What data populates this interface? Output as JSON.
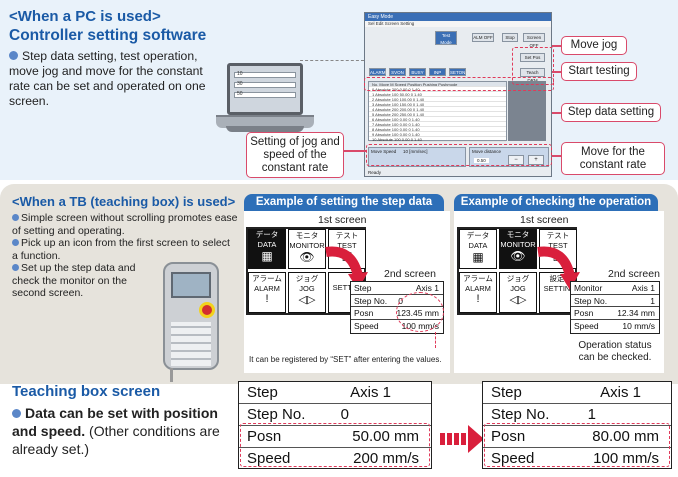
{
  "pc": {
    "heading": "<When a PC is used>",
    "subheading": "Controller setting software",
    "desc": "Step data setting, test operation, move jog and move for the constant rate can be set and operated on one screen.",
    "callouts": {
      "move_jog": "Move jog",
      "start_testing": "Start testing",
      "step_data_setting": "Step data setting",
      "move_constant": "Move for the constant rate",
      "jog_speed": "Setting of jog and speed of the constant rate"
    },
    "mini_rows": [
      "10",
      "30",
      "50"
    ],
    "software": {
      "title": "Easy Mode",
      "menu": "Sel    Edit    Screen    Setting",
      "buttons": [
        "Test Mode",
        "ALM OFF",
        "Stop",
        "Screen OFF",
        "Set Pos",
        "Teach DRM",
        "ALARM",
        "SVON",
        "BUSY",
        "INP",
        "SETON"
      ],
      "col_headers": "No.   Move M    Speed    Position    Pushing   Pushmode",
      "rows": [
        "0 Absolute   200    0.00    0    1.40",
        "1 Absolute   100    50.00   0    1.40",
        "2 Absolute   100    100.00  0    1.40",
        "3 Absolute   100    150.00  0    1.40",
        "4 Absolute   200    200.00  0    1.40",
        "5 Absolute   200    250.00  0    1.40",
        "6 Absolute   100    0.00    0    1.40",
        "7 Absolute   100    0.00    0    1.40",
        "8 Absolute   100    0.00    0    1.40",
        "9 Absolute   100    0.00    0    1.40",
        "10 Absolute  100    0.00    0    1.40"
      ],
      "move_speed_label": "Move Speed",
      "move_speed_value": "10 [mm/sec]",
      "move_distance_label": "Move distance",
      "move_distance_value": "0.50",
      "status": "Ready"
    }
  },
  "tb": {
    "heading": "<When a TB (teaching box) is used>",
    "bullets": [
      "Simple screen without scrolling promotes ease of setting and operating.",
      "Pick up an icon from the first screen to select a function.",
      "Set up the step data and check the monitor on the second screen."
    ],
    "example1": {
      "bar": "Example of setting the step data",
      "first": "1st screen",
      "second": "2nd screen",
      "icons": {
        "data_jp": "データ",
        "data": "DATA",
        "monitor_jp": "モニタ",
        "monitor": "MONITOR",
        "test_jp": "テスト",
        "test": "TEST",
        "alarm_jp": "アラーム",
        "alarm": "ALARM",
        "jog_jp": "ジョグ",
        "jog": "JOG",
        "set": "SETTIN"
      },
      "table": {
        "h1": "Step",
        "h2": "Axis 1",
        "r1l": "Step No.",
        "r1v": "0",
        "r2l": "Posn",
        "r2v": "123.45 mm",
        "r3l": "Speed",
        "r3v": "100 mm/s"
      },
      "note": "It can be registered by “SET” after entering the values."
    },
    "example2": {
      "bar": "Example of checking the operation status",
      "first": "1st screen",
      "second": "2nd screen",
      "icons": {
        "data_jp": "データ",
        "data": "DATA",
        "monitor_jp": "モニタ",
        "monitor": "MONITOR",
        "test_jp": "テスト",
        "test": "TEST",
        "alarm_jp": "アラーム",
        "alarm": "ALARM",
        "jog_jp": "ジョグ",
        "jog": "JOG",
        "set_jp": "設定",
        "set": "SETTIN"
      },
      "table": {
        "h1": "Monitor",
        "h2": "Axis 1",
        "r1l": "Step No.",
        "r1v": "1",
        "r2l": "Posn",
        "r2v": "12.34 mm",
        "r3l": "Speed",
        "r3v": "10 mm/s"
      },
      "note": "Operation status can be checked."
    }
  },
  "teach": {
    "heading": "Teaching box screen",
    "desc_bold": "Data can be set with position and speed.",
    "desc_rest": " (Other conditions are already set.)",
    "before": {
      "h1": "Step",
      "h2": "Axis 1",
      "r1l": "Step No.",
      "r1v": "0",
      "r2l": "Posn",
      "r2v": "50.00 mm",
      "r3l": "Speed",
      "r3v": "200 mm/s"
    },
    "after": {
      "h1": "Step",
      "h2": "Axis 1",
      "r1l": "Step No.",
      "r1v": "1",
      "r2l": "Posn",
      "r2v": "80.00 mm",
      "r3l": "Speed",
      "r3v": "100 mm/s"
    }
  },
  "colors": {
    "accent_blue": "#1a5aa6",
    "bar_blue": "#2d6fb8",
    "callout_red": "#d94a6a",
    "arrow_red": "#d91f3c"
  }
}
